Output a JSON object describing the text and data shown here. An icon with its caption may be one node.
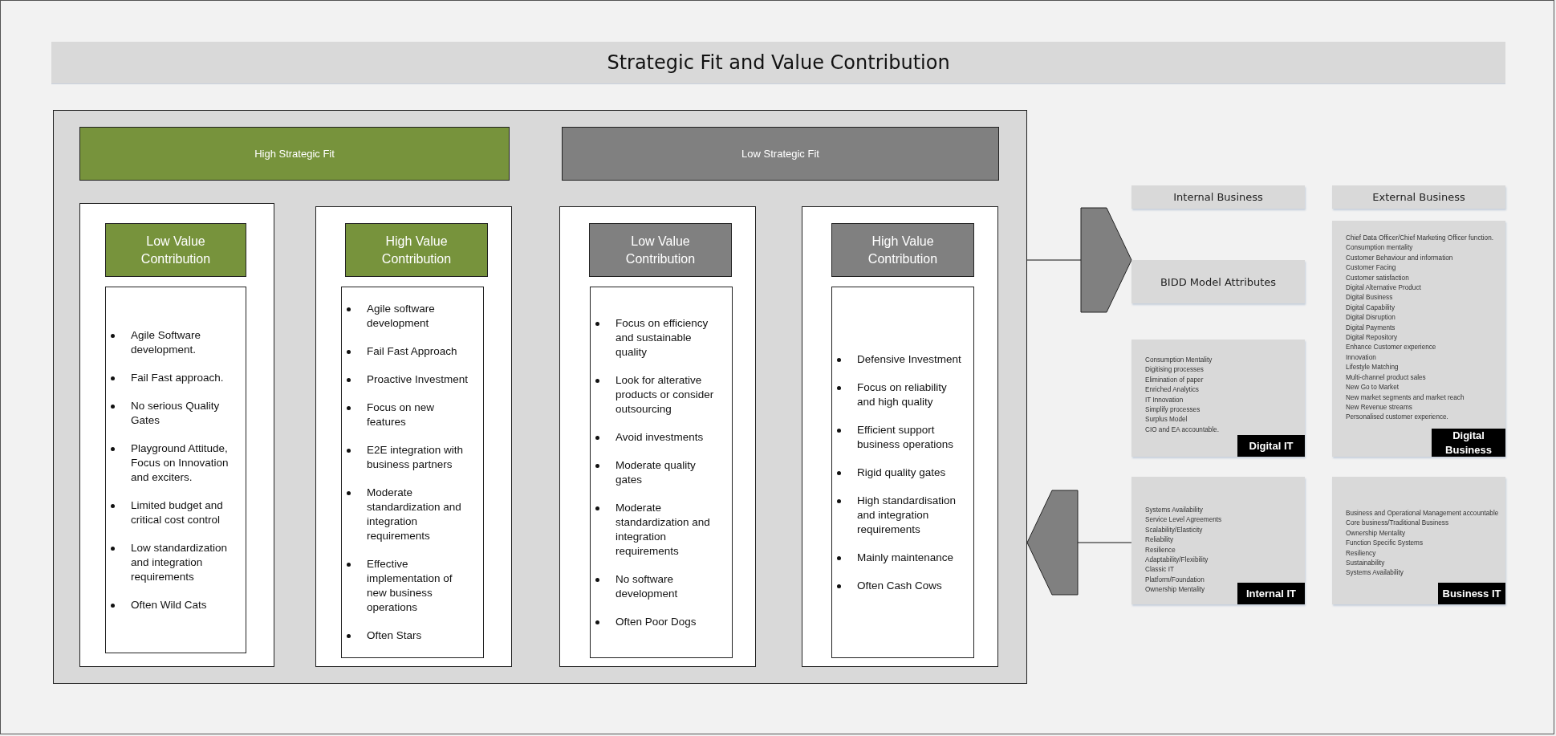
{
  "diagram": {
    "title": "Strategic Fit and Value Contribution",
    "nodes": [
      {
        "text": [],
        "shape": "box"
      },
      {
        "text": [
          "High Strategic Fit"
        ],
        "in": 0
      },
      {
        "text": [
          "Low Strategic Fit"
        ],
        "in": 0
      },
      {
        "text": [],
        "shape": "box",
        "in": 0
      },
      {
        "text": [
          "Low Value Contribution"
        ],
        "in": 3
      },
      {
        "text": [
          "Agile Software development.",
          "Fail Fast approach.",
          "No serious Quality Gates",
          "Playground Attitude, Focus on Innovation and exciters.",
          "Limited budget and critical cost control",
          "Low standardization and integration requirements",
          "Often Wild Cats"
        ],
        "in": 3
      },
      {
        "text": [],
        "shape": "box",
        "in": 0
      },
      {
        "text": [
          "High Value Contribution"
        ],
        "in": 6
      },
      {
        "text": [
          "Agile software development",
          "Fail Fast Approach",
          "Proactive Investment",
          "Focus on new features",
          "E2E integration with business partners",
          "Moderate standardization and integration requirements",
          "Effective implementation of new business operations",
          "Often Stars"
        ],
        "in": 6
      },
      {
        "text": [],
        "shape": "box",
        "in": 0
      },
      {
        "text": [
          "Low Value Contribution"
        ],
        "in": 9
      },
      {
        "text": [
          "Focus on efficiency and sustainable quality",
          "Look for alterative products or consider outsourcing",
          "Avoid investments",
          "Moderate quality gates",
          "Moderate standardization and integration requirements",
          "No software development",
          "Often Poor Dogs"
        ],
        "in": 9
      },
      {
        "text": [],
        "shape": "box",
        "in": 0
      },
      {
        "text": [
          "High Value Contribution"
        ],
        "in": 12
      },
      {
        "text": [
          "Defensive Investment",
          "Focus on reliability and high quality",
          "Efficient support business operations",
          "Rigid quality gates",
          "High standardisation and integration requirements",
          "Mainly maintenance",
          "Often Cash Cows"
        ],
        "in": 12
      },
      {
        "text": [
          "Internal Business"
        ]
      },
      {
        "text": [
          "External Business"
        ]
      },
      {
        "text": [
          "BIDD Model Attributes"
        ]
      },
      {
        "text": [
          "Consumption Mentality",
          "Digitising processes",
          "Elimination of paper",
          "Enriched Analytics",
          "IT Innovation",
          "Simplify processes",
          "Surplus Model",
          "CIO and EA accountable.",
          "Digital IT"
        ]
      },
      {
        "text": [
          "Chief Data Officer/Chief Marketing Officer function.",
          "Consumption mentality",
          "Customer Behaviour and information",
          "Customer Facing",
          "Customer satisfaction",
          "Digital Alternative Product",
          "Digital Business",
          "Digital Capability",
          "Digital Disruption",
          "Digital Payments",
          "Digital Repository",
          "Enhance Customer experience",
          "Innovation",
          "Lifestyle Matching",
          "Multi-channel product sales",
          "New Go to Market",
          "New market segments and market reach",
          "New Revenue streams",
          "Personalised customer experience.",
          "Digital Business"
        ]
      },
      {
        "text": [
          "Systems Availability",
          "Service Level Agreements",
          "Scalability/Elasticity",
          "Reliability",
          "Resilience",
          "Adaptability/Flexibility",
          "Classic IT",
          "Platform/Foundation",
          "Ownership Mentality",
          "Internal IT"
        ]
      },
      {
        "text": [
          "Business and Operational Management accountable",
          "Core business/Traditional Business",
          "Ownership Mentality",
          "Function Specific Systems",
          "Resiliency",
          "Sustainability",
          "Systems Availability",
          "Business IT"
        ]
      }
    ],
    "edges": [
      {
        "from": 0,
        "to": 17,
        "arrow": "to"
      },
      {
        "from": 20,
        "to": 0,
        "arrow": "to"
      }
    ]
  }
}
